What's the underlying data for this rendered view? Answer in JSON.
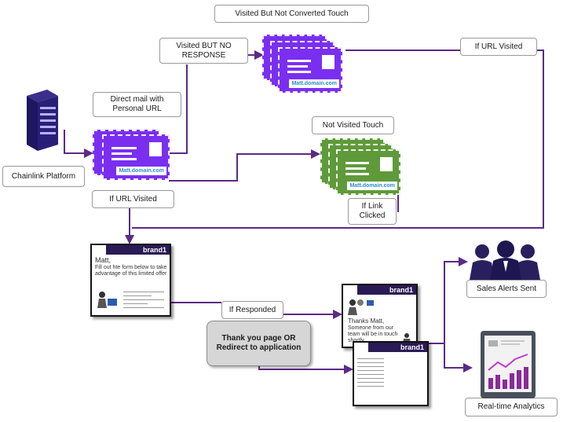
{
  "labels": {
    "visited_not_converted": "Visited  But Not Converted Touch",
    "visited_no_response": "Visited BUT NO RESPONSE",
    "if_url_visited_right": "If URL Visited",
    "direct_mail": "Direct mail with Personal URL",
    "chainlink": "Chainlink Platform",
    "not_visited": "Not Visited Touch",
    "if_url_visited_left": "If URL Visited",
    "if_link_clicked": "If Link Clicked",
    "if_responded": "If Responded",
    "thank_you": "Thank you page OR Redirect to application",
    "sales_alerts": "Sales Alerts Sent",
    "analytics": "Real-time Analytics"
  },
  "postcards": {
    "url_text": "Matt.domain.com"
  },
  "landing_page": {
    "brand": "brand1",
    "greeting": "Matt,",
    "body": "Fill out hte form below to take advantage of this limited offer"
  },
  "thanks_page": {
    "brand": "brand1",
    "title": "Thanks Matt,",
    "body": "Someone from our team will be in touch shortly."
  },
  "form_page": {
    "brand": "brand1"
  },
  "colors": {
    "line": "#5b2a86",
    "card_purple": "#7a2ff0",
    "card_green": "#5f9a3a",
    "header_dark": "#2a1a55",
    "chart_bars": "#8a2a9a"
  }
}
